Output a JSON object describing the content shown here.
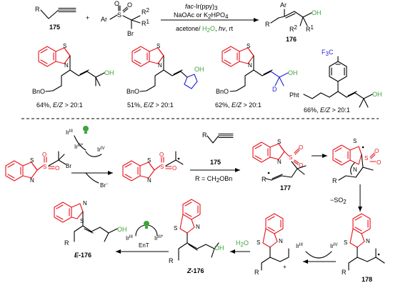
{
  "header": {
    "reagent_R": "R",
    "alkyne_id": "175",
    "plus": "+",
    "sulfonyl_Ar": "Ar",
    "sulfonyl_S": "S",
    "sulfonyl_O1": "O",
    "sulfonyl_O2": "O",
    "sulfonyl_R2": "R",
    "sulfonyl_R2_sup": "2",
    "sulfonyl_R1": "R",
    "sulfonyl_R1_sup": "1",
    "sulfonyl_Br": "Br",
    "catalyst_prefix": "fac",
    "catalyst": "-Ir(ppy)",
    "catalyst_sub": "3",
    "base": "NaOAc or K",
    "base_sub1": "2",
    "base_rest": "HPO",
    "base_sub2": "4",
    "solvent": "acetone/ ",
    "solvent_water": "H",
    "solvent_water_sub": "2",
    "solvent_water_O": "O",
    "solvent_end": ", ",
    "light": "hν",
    "temp": ", rt",
    "product_Ar": "Ar",
    "product_R": "R",
    "product_R2": "R",
    "product_R2_sup": "2",
    "product_R1": "R",
    "product_R1_sup": "1",
    "product_OH": "OH",
    "product_id": "176"
  },
  "examples": [
    {
      "prefix_group": "BnO",
      "yield": "64%, ",
      "ratio_label": "E/Z",
      "ratio": " > 20:1",
      "oh": "OH"
    },
    {
      "prefix_group": "BnO",
      "yield": "51%, ",
      "ratio_label": "E/Z",
      "ratio": " > 20:1",
      "oh": "OH"
    },
    {
      "prefix_group": "BnO",
      "yield": "62%, ",
      "ratio_label": "E/Z",
      "ratio": " > 20:1",
      "oh": "OH",
      "deut": "D"
    },
    {
      "prefix_group": "Pht",
      "yield": "66%, ",
      "ratio_label": "E/Z",
      "ratio": " > 20:1",
      "oh": "OH",
      "cf3": "F",
      "cf3_sub": "3",
      "cf3_c": "C"
    }
  ],
  "mechanism": {
    "ir3": "Ir",
    "ir3_sup": "III",
    "ir3star": "Ir",
    "ir3star_sup": "III*",
    "ir4": "Ir",
    "ir4_sup": "IV",
    "br_minus": "Br",
    "br_minus_sup": "−",
    "alkyne_R": "R",
    "alkyne_id": "175",
    "r_def": "R = CH",
    "r_def_sub": "2",
    "r_def_end": "OBn",
    "int177": "177",
    "so2_loss": "−SO",
    "so2_loss_sub": "2",
    "int178": "178",
    "ir3_b": "Ir",
    "ir3_b_sup": "III",
    "ir4_b": "Ir",
    "ir4_b_sup": "IV",
    "water": "H",
    "water_sub": "2",
    "water_O": "O",
    "ir3_c": "Ir",
    "ir3_c_sup": "III",
    "ir3star_c": "Ir",
    "ir3star_c_sup": "III*",
    "ent": "EnT",
    "e176_prefix": "E",
    "e176_id": "-176",
    "z176_prefix": "Z",
    "z176_id": "-176",
    "oh": "OH",
    "R": "R",
    "atom_S": "S",
    "atom_N": "N",
    "atom_O": "O",
    "atom_Br": "Br",
    "plus_charge": "+"
  }
}
